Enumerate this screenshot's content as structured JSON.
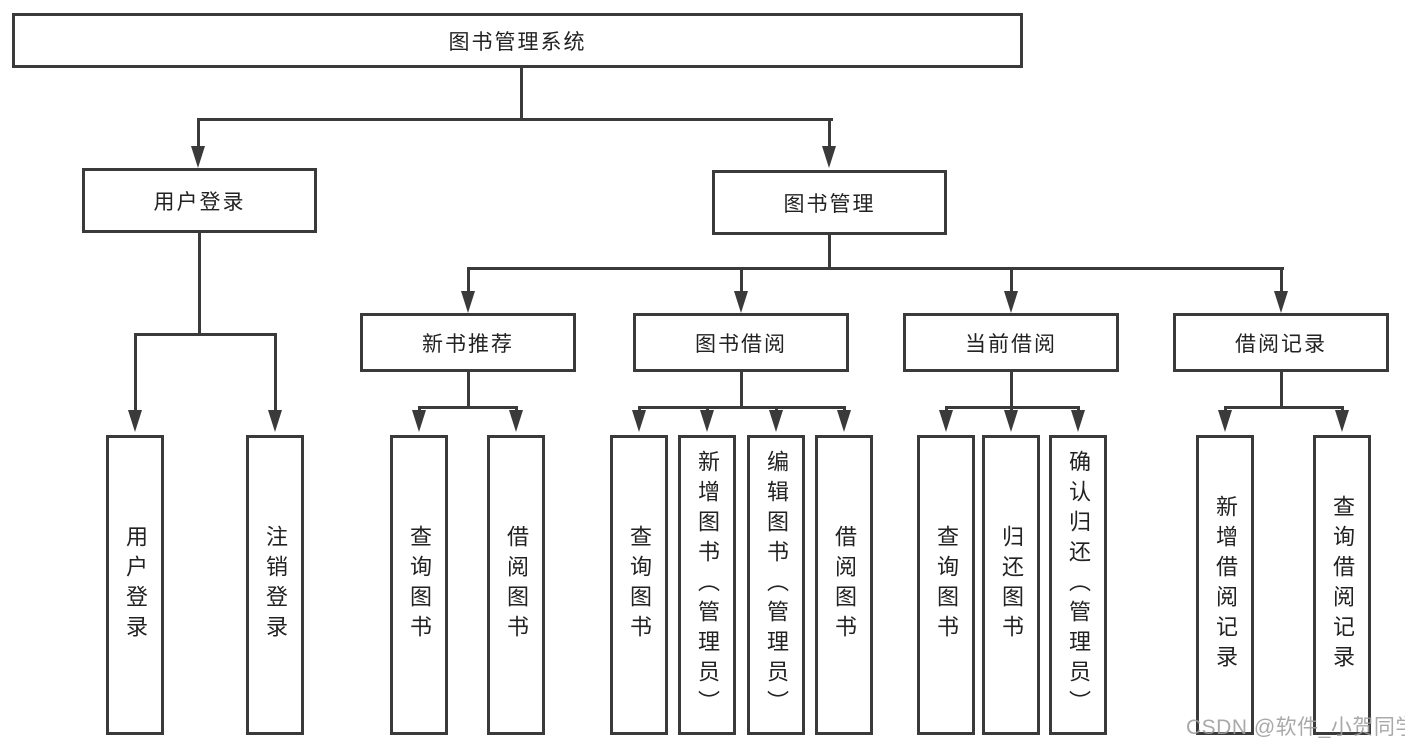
{
  "page": {
    "watermark": "CSDN @软件_小贺同学"
  },
  "colors": {
    "line": "#3a3a3a",
    "text": "#222222",
    "background": "#ffffff",
    "watermark": "#9e9e9e"
  },
  "tree": {
    "root": {
      "label": "图书管理系统"
    },
    "branches": [
      {
        "label": "用户登录",
        "children": [
          {
            "label": "用户登录"
          },
          {
            "label": "注销登录"
          }
        ]
      },
      {
        "label": "图书管理",
        "children": [
          {
            "label": "新书推荐",
            "children": [
              {
                "label": "查询图书"
              },
              {
                "label": "借阅图书"
              }
            ]
          },
          {
            "label": "图书借阅",
            "children": [
              {
                "label": "查询图书"
              },
              {
                "label": "新增图书（管理员）"
              },
              {
                "label": "编辑图书（管理员）"
              },
              {
                "label": "借阅图书"
              }
            ]
          },
          {
            "label": "当前借阅",
            "children": [
              {
                "label": "查询图书"
              },
              {
                "label": "归还图书"
              },
              {
                "label": "确认归还（管理员）"
              }
            ]
          },
          {
            "label": "借阅记录",
            "children": [
              {
                "label": "新增借阅记录"
              },
              {
                "label": "查询借阅记录"
              }
            ]
          }
        ]
      }
    ]
  }
}
